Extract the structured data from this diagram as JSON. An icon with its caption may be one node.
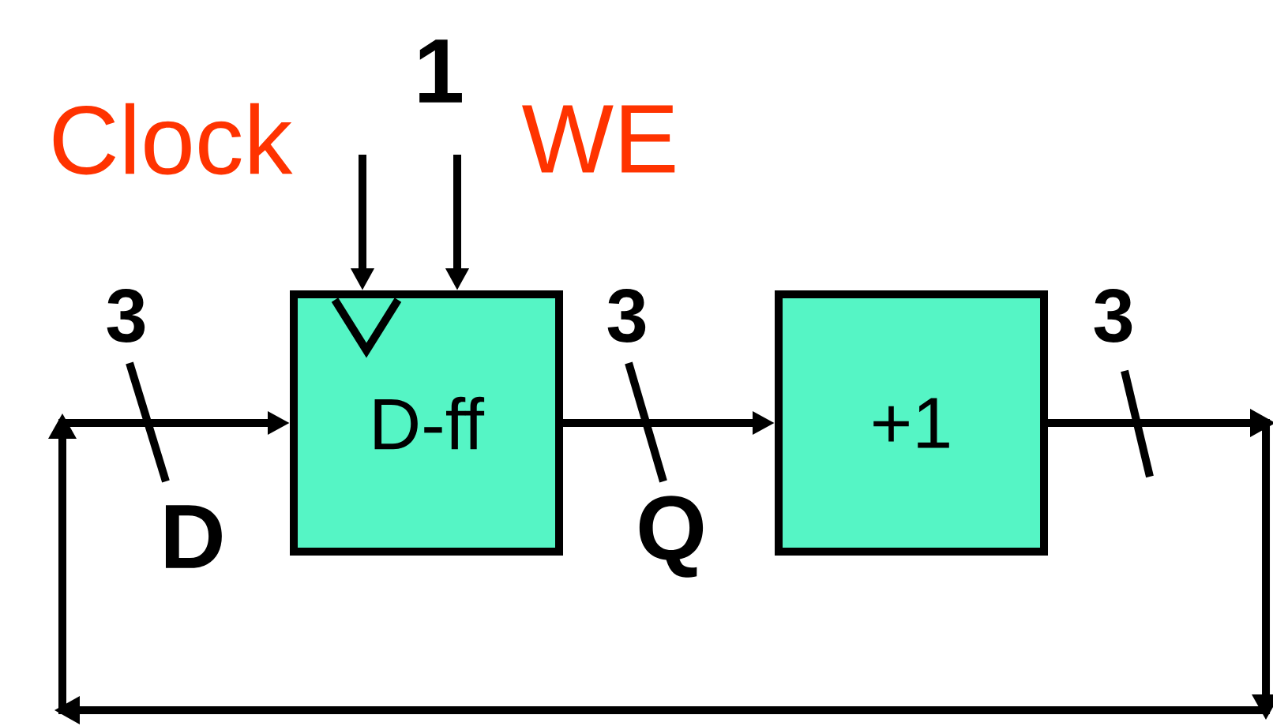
{
  "diagram": {
    "nodes": [
      {
        "text": [
          "D-ff"
        ]
      },
      {
        "text": [
          "+1"
        ]
      }
    ],
    "edges": [
      {
        "from": null,
        "to": 0,
        "arrow": "to"
      },
      {
        "from": null,
        "to": 0,
        "arrow": "to"
      },
      {
        "from": 0,
        "to": 1,
        "arrow": "to"
      },
      {
        "from": 1,
        "to": 0,
        "arrow": "to"
      }
    ],
    "labels": [
      "1",
      "Clock",
      "WE",
      "3",
      "3",
      "3",
      "D",
      "Q"
    ]
  }
}
